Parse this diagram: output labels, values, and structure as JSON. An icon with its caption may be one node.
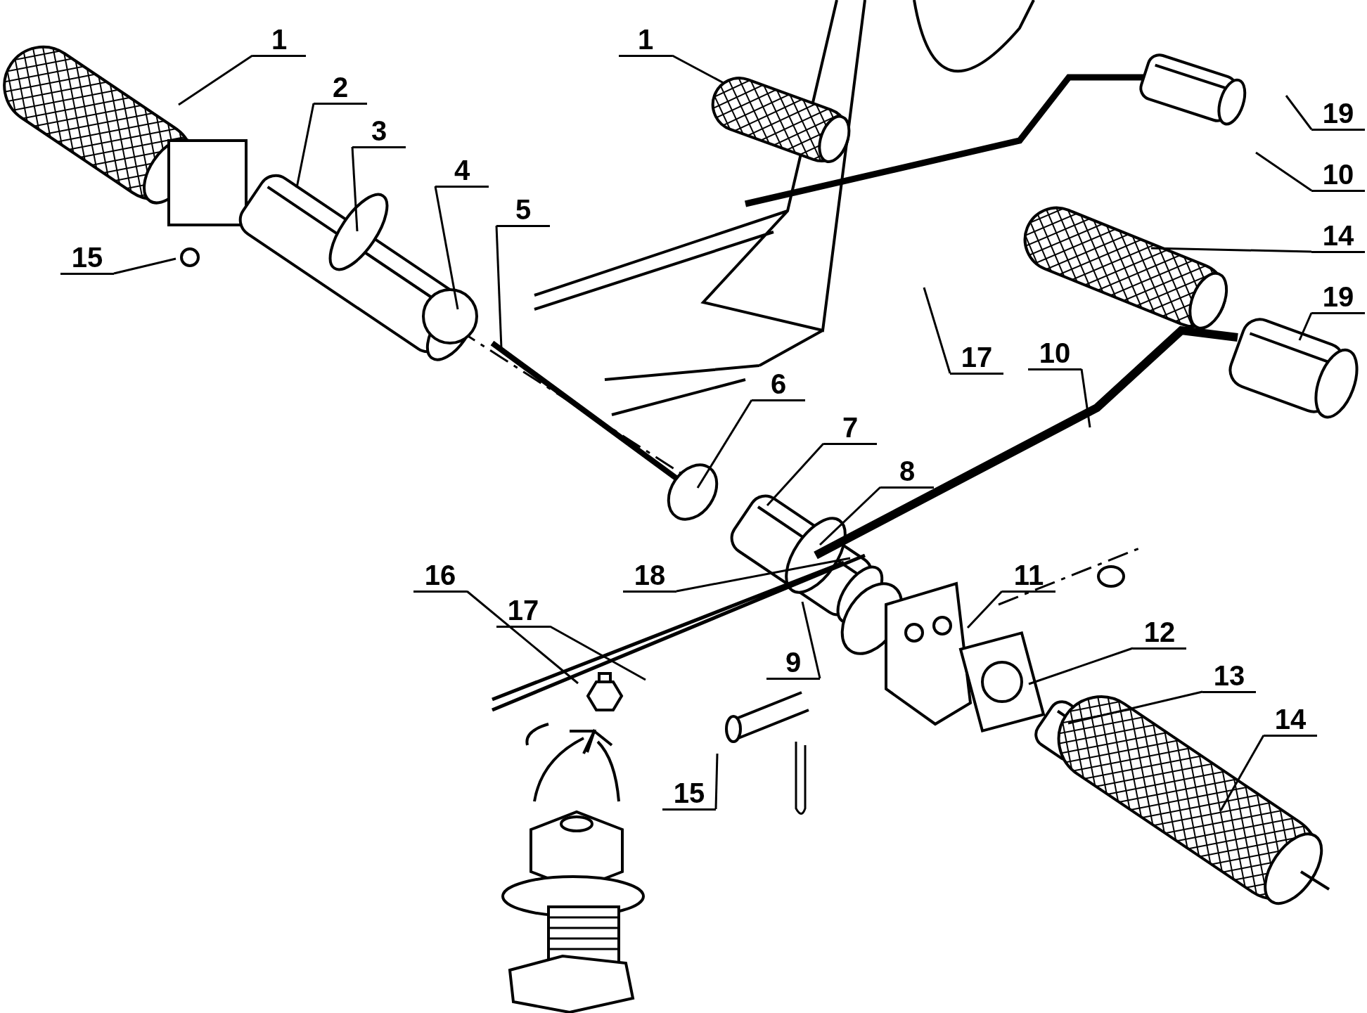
{
  "diagram": {
    "nodes": [
      {
        "text": [
          "1"
        ]
      },
      {
        "text": [
          "2"
        ]
      },
      {
        "text": [
          "3"
        ]
      },
      {
        "text": [
          "4"
        ]
      },
      {
        "text": [
          "15"
        ]
      },
      {
        "text": [
          "5"
        ]
      },
      {
        "text": [
          "1"
        ]
      },
      {
        "text": [
          "19"
        ]
      },
      {
        "text": [
          "10"
        ]
      },
      {
        "text": [
          "14"
        ]
      },
      {
        "text": [
          "19"
        ]
      },
      {
        "text": [
          "17"
        ]
      },
      {
        "text": [
          "10"
        ]
      },
      {
        "text": [
          "6"
        ]
      },
      {
        "text": [
          "7"
        ]
      },
      {
        "text": [
          "8"
        ]
      },
      {
        "text": [
          "18"
        ]
      },
      {
        "text": [
          "16"
        ]
      },
      {
        "text": [
          "17"
        ]
      },
      {
        "text": [
          "11"
        ]
      },
      {
        "text": [
          "12"
        ]
      },
      {
        "text": [
          "9"
        ]
      },
      {
        "text": [
          "13"
        ]
      },
      {
        "text": [
          "14"
        ]
      },
      {
        "text": [
          "15"
        ]
      }
    ],
    "edges": [
      {
        "from": 0,
        "to": null,
        "arrow": "none"
      },
      {
        "from": 1,
        "to": null,
        "arrow": "none"
      },
      {
        "from": 2,
        "to": null,
        "arrow": "none"
      },
      {
        "from": 3,
        "to": null,
        "arrow": "none"
      },
      {
        "from": 4,
        "to": null,
        "arrow": "none"
      },
      {
        "from": 5,
        "to": null,
        "arrow": "none"
      },
      {
        "from": 6,
        "to": null,
        "arrow": "none"
      },
      {
        "from": 7,
        "to": null,
        "arrow": "none"
      },
      {
        "from": 8,
        "to": null,
        "arrow": "none"
      },
      {
        "from": 9,
        "to": null,
        "arrow": "none"
      },
      {
        "from": 10,
        "to": null,
        "arrow": "none"
      },
      {
        "from": 11,
        "to": null,
        "arrow": "none"
      },
      {
        "from": 12,
        "to": null,
        "arrow": "none"
      },
      {
        "from": 13,
        "to": null,
        "arrow": "none"
      },
      {
        "from": 14,
        "to": null,
        "arrow": "none"
      },
      {
        "from": 15,
        "to": null,
        "arrow": "none"
      },
      {
        "from": 16,
        "to": null,
        "arrow": "none"
      },
      {
        "from": 17,
        "to": null,
        "arrow": "none"
      },
      {
        "from": 18,
        "to": null,
        "arrow": "none"
      },
      {
        "from": 19,
        "to": null,
        "arrow": "none"
      },
      {
        "from": 20,
        "to": null,
        "arrow": "none"
      },
      {
        "from": 21,
        "to": null,
        "arrow": "none"
      },
      {
        "from": 22,
        "to": null,
        "arrow": "none"
      },
      {
        "from": 23,
        "to": null,
        "arrow": "none"
      },
      {
        "from": 24,
        "to": null,
        "arrow": "none"
      }
    ]
  }
}
